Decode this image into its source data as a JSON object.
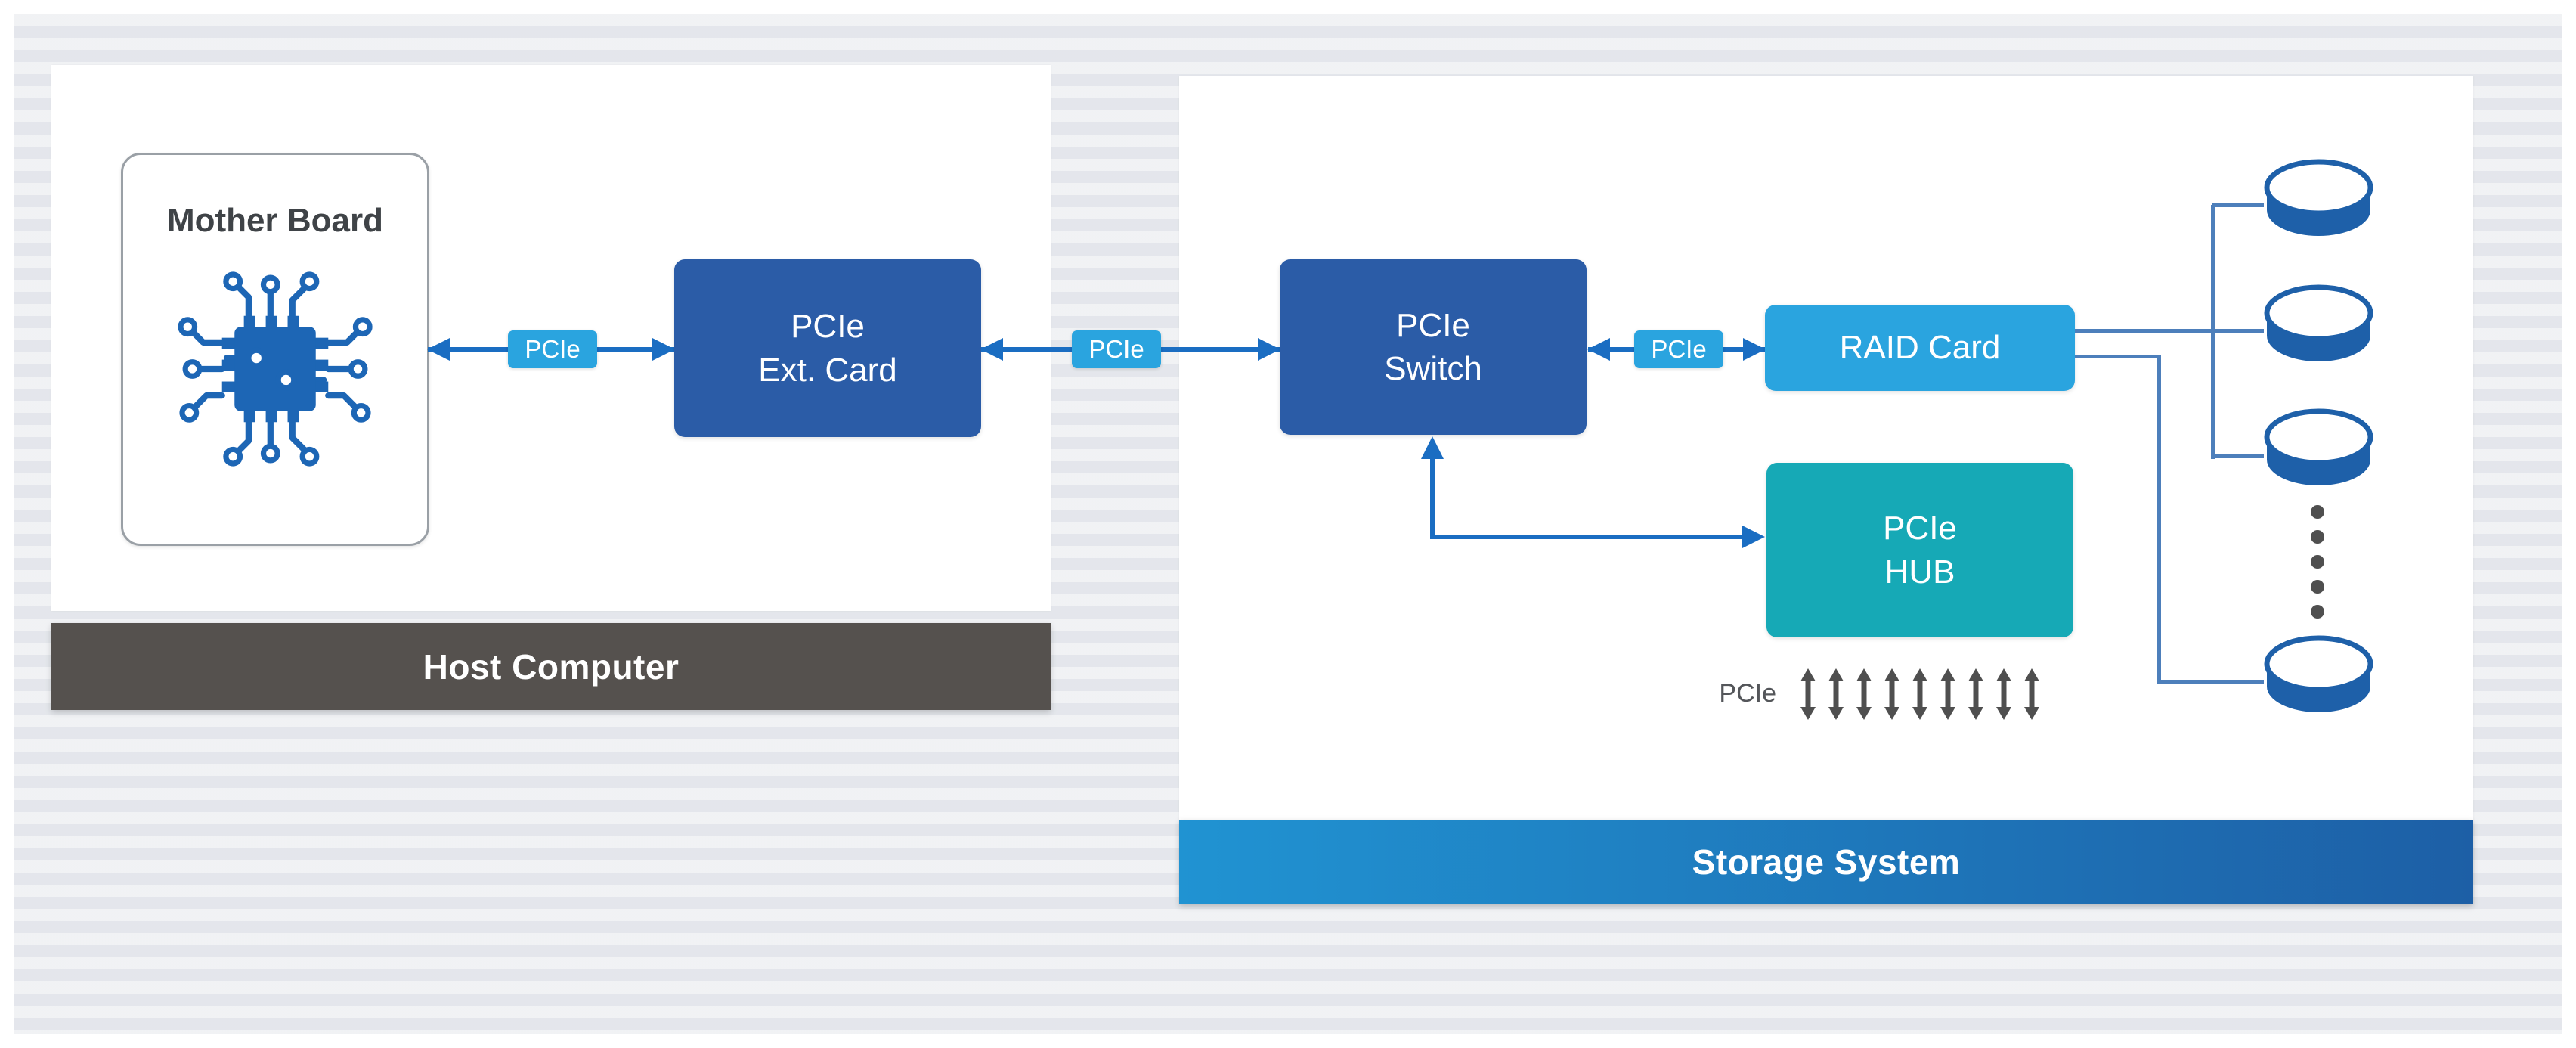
{
  "colors": {
    "inner_bg": "#e9ebef",
    "panel": "#ffffff",
    "dark_blue": "#2b5ca7",
    "light_blue": "#2aa4df",
    "teal": "#16a9b6",
    "arrow_blue": "#1a6dc2",
    "thin_line": "#4d7fbb",
    "disk_blue": "#1e60a9",
    "host_bar": "#55514e",
    "storage_grad_left": "#2093d2",
    "storage_grad_right": "#1d5fa6",
    "gray_arrow": "#4f4f4f",
    "title_text": "#3f4347",
    "border_gray": "#9aa0a6"
  },
  "host": {
    "bar_label": "Host Computer",
    "motherboard_title": "Mother Board"
  },
  "storage": {
    "bar_label": "Storage System"
  },
  "nodes": {
    "ext_card": {
      "line1": "PCIe",
      "line2": "Ext. Card"
    },
    "pcie_switch": {
      "line1": "PCIe",
      "line2": "Switch"
    },
    "raid_card": {
      "label": "RAID Card"
    },
    "pcie_hub": {
      "line1": "PCIe",
      "line2": "HUB"
    }
  },
  "links": {
    "mb_to_ext_label": "PCIe",
    "ext_to_switch_label": "PCIe",
    "switch_to_raid_label": "PCIe",
    "hub_fanout_label": "PCIe",
    "hub_fanout_arrow_count": 9
  },
  "disks": {
    "count": 4,
    "ellipsis_dot_count": 5
  }
}
